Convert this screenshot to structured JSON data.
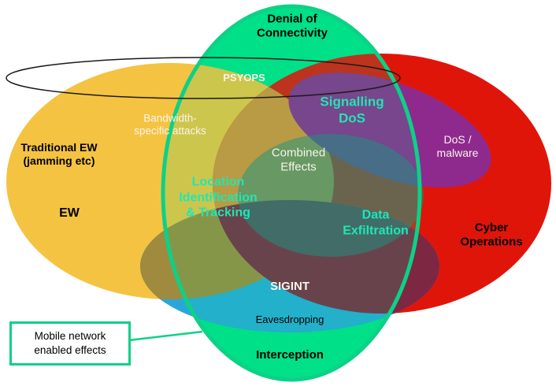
{
  "labels": {
    "denial_of_connectivity": {
      "lines": [
        "Denial of",
        "Connectivity"
      ]
    },
    "psyops": {
      "text": "PSYOPS"
    },
    "signalling_dos": {
      "lines": [
        "Signalling",
        "DoS"
      ]
    },
    "bandwidth_attacks": {
      "lines": [
        "Bandwidth-",
        "specific attacks"
      ]
    },
    "traditional_ew": {
      "lines": [
        "Traditional EW",
        "(jamming etc)"
      ]
    },
    "dos_malware": {
      "lines": [
        "DoS /",
        "malware"
      ]
    },
    "combined_effects": {
      "lines": [
        "Combined",
        "Effects"
      ]
    },
    "location_tracking": {
      "lines": [
        "Location",
        "Identification",
        "& Tracking"
      ]
    },
    "data_exfiltration": {
      "lines": [
        "Data",
        "Exfiltration"
      ]
    },
    "ew": {
      "text": "EW"
    },
    "cyber_operations": {
      "lines": [
        "Cyber",
        "Operations"
      ]
    },
    "sigint": {
      "text": "SIGINT"
    },
    "eavesdropping": {
      "text": "Eavesdropping"
    },
    "interception": {
      "text": "Interception"
    },
    "mobile_network_callout": {
      "lines": [
        "Mobile network",
        "enabled effects"
      ]
    }
  },
  "colors": {
    "background": "#ffffff",
    "green_fill": "#00e28a",
    "green_stroke": "#0cd187",
    "green_tint": "rgba(0,220,130,0.16)",
    "yellow": "#f5c342",
    "red": "#e0150a",
    "orange_overlap": "#dc9038",
    "purple": "#8e2a8e",
    "blue": "#29a8d8",
    "olive_overlap": "#a08a3e",
    "maroon_overlap": "#7e2742",
    "teal_region": "rgba(30,135,130,0.5)",
    "outline_black": "#1a1a1a",
    "teal_text": "#20e6b4",
    "callout_border": "#0cd187"
  }
}
